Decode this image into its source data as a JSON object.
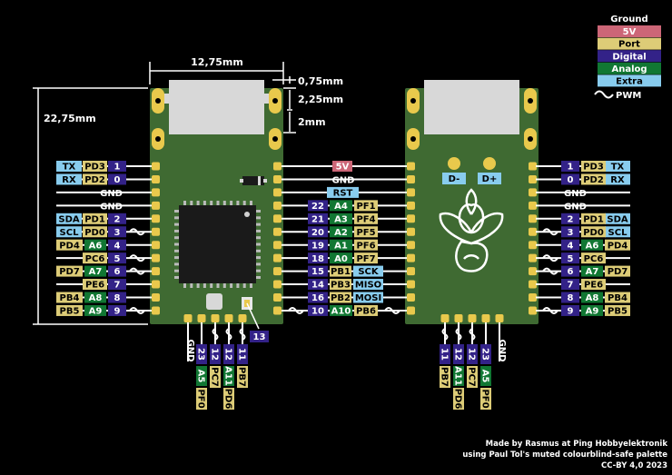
{
  "legend": {
    "title": "Ground",
    "items": [
      {
        "label": "5V",
        "bg": "#cc6677",
        "fg": "#ffffff"
      },
      {
        "label": "Port",
        "bg": "#ddcc77",
        "fg": "#000000"
      },
      {
        "label": "Digital",
        "bg": "#332288",
        "fg": "#ffffff"
      },
      {
        "label": "Analog",
        "bg": "#117733",
        "fg": "#ffffff"
      },
      {
        "label": "Extra",
        "bg": "#88ccee",
        "fg": "#000000"
      }
    ],
    "pwm_label": "PWM"
  },
  "colors": {
    "board": "#3f6a32",
    "pad": "#e9c94c",
    "usb": "#d8d8d8",
    "port": "#ddcc77",
    "digital": "#332288",
    "analog": "#117733",
    "extra": "#88ccee",
    "five_v": "#cc6677"
  },
  "dimensions": {
    "width": "12,75mm",
    "height": "22,75mm",
    "usb_overhang": "0,75mm",
    "usb_height": "2,25mm",
    "usb_depth": "2mm"
  },
  "front_left_pins": [
    {
      "extra": "TX",
      "port": "PD3",
      "digital": "1"
    },
    {
      "extra": "RX",
      "port": "PD2",
      "digital": "0"
    },
    {
      "ground": "GND"
    },
    {
      "ground": "GND"
    },
    {
      "extra": "SDA",
      "port": "PD1",
      "digital": "2"
    },
    {
      "extra": "SCL",
      "port": "PD0",
      "digital": "3",
      "pwm": true
    },
    {
      "port": "PD4",
      "analog": "A6",
      "digital": "4"
    },
    {
      "port": "PC6",
      "digital": "5",
      "pwm": true
    },
    {
      "port": "PD7",
      "analog": "A7",
      "digital": "6",
      "pwm": true
    },
    {
      "port": "PE6",
      "digital": "7"
    },
    {
      "port": "PB4",
      "analog": "A8",
      "digital": "8"
    },
    {
      "port": "PB5",
      "analog": "A9",
      "digital": "9",
      "pwm": true
    }
  ],
  "front_right_pins": [
    {
      "five_v": "5V"
    },
    {
      "ground": "GND"
    },
    {
      "extra": "RST"
    },
    {
      "digital": "22",
      "analog": "A4",
      "port": "PF1"
    },
    {
      "digital": "21",
      "analog": "A3",
      "port": "PF4"
    },
    {
      "digital": "20",
      "analog": "A2",
      "port": "PF5"
    },
    {
      "digital": "19",
      "analog": "A1",
      "port": "PF6"
    },
    {
      "digital": "18",
      "analog": "A0",
      "port": "PF7"
    },
    {
      "digital": "15",
      "port": "PB1",
      "extra": "SCK"
    },
    {
      "digital": "14",
      "port": "PB3",
      "extra": "MISO"
    },
    {
      "digital": "16",
      "port": "PB2",
      "extra": "MOSI"
    },
    {
      "digital": "10",
      "analog": "A10",
      "port": "PB6",
      "pwm": true
    }
  ],
  "front_bottom_pins": [
    {
      "ground": "GND"
    },
    {
      "digital": "23",
      "analog": "A5",
      "port": "PF0"
    },
    {
      "digital": "12",
      "port": "PC7",
      "pwm": true
    },
    {
      "digital": "12",
      "analog": "A11",
      "port": "PD6",
      "pwm": true
    },
    {
      "digital": "11",
      "port": "PB7",
      "pwm": true
    }
  ],
  "led_pin": "13",
  "back_pads": [
    "D-",
    "D+"
  ],
  "credits": [
    "Made by Rasmus at Ping Hobbyelektronik",
    "using Paul Tol's muted colourblind-safe palette",
    "CC-BY 4,0 2023"
  ]
}
